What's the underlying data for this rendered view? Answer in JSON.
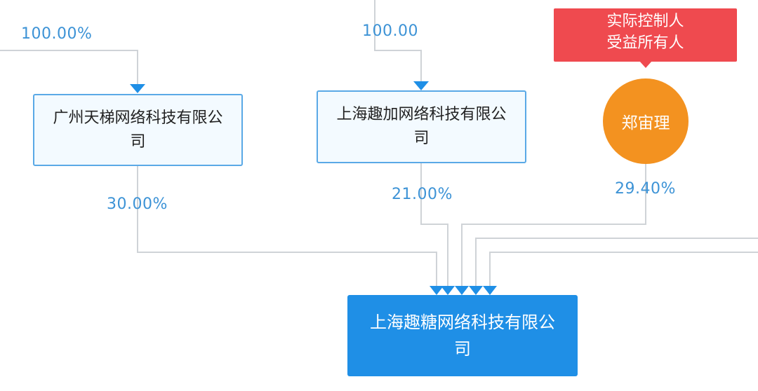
{
  "colors": {
    "connector": "#cfd3d7",
    "arrow": "#1f8fe6",
    "node_border": "#5aa9e6",
    "node_fill": "#f3faff",
    "main_node_fill": "#1f8fe6",
    "percent_text": "#3d93d6",
    "badge_fill": "#ef4a4f",
    "person_fill": "#f39220"
  },
  "nodes": {
    "guangzhou": {
      "name": "广州天梯网络科技有限公司"
    },
    "shanghai_qujia": {
      "name": "上海趣加网络科技有限公司"
    },
    "zheng": {
      "name": "郑宙理"
    },
    "target": {
      "name": "上海趣糖网络科技有限公司"
    }
  },
  "badge": {
    "line1": "实际控制人",
    "line2": "受益所有人"
  },
  "percentages": {
    "top_left": "100.00%",
    "top_middle": "100.00",
    "guangzhou_to_target": "30.00%",
    "qujia_to_target": "21.00%",
    "zheng_to_target": "29.40%"
  }
}
